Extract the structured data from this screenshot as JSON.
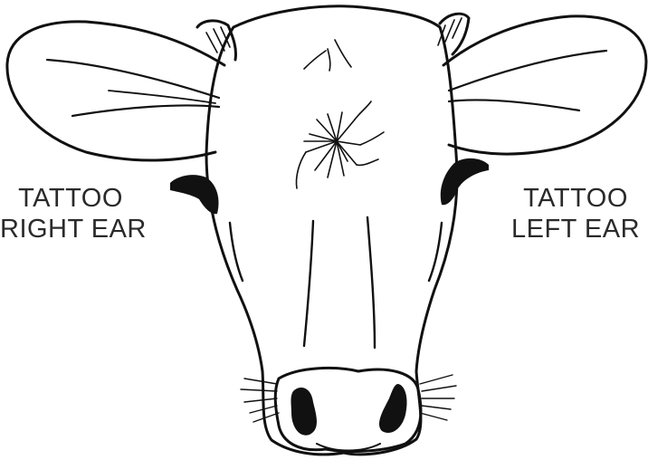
{
  "labels": {
    "right_ear": {
      "line1": "TATTOO",
      "line2": "RIGHT EAR"
    },
    "left_ear": {
      "line1": "TATTOO",
      "line2": "LEFT EAR"
    }
  },
  "colors": {
    "ink": "#111111",
    "text": "#2a2a2a",
    "background": "#ffffff"
  }
}
